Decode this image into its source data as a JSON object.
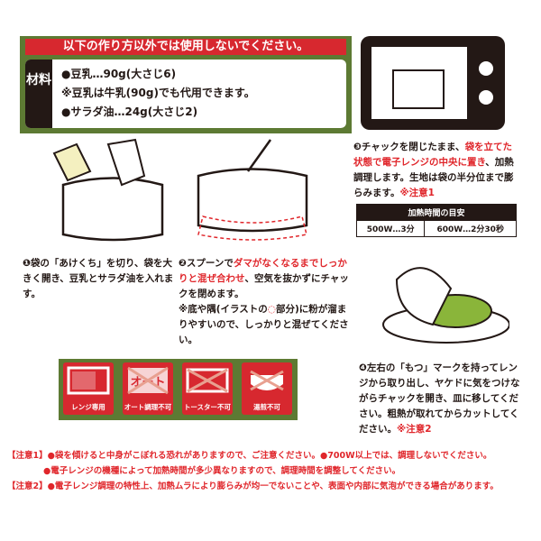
{
  "warning_banner": "以下の作り方以外では使用しないでください。",
  "ingredients": {
    "label": "材料",
    "lines": [
      "●豆乳…90g(大さじ6)",
      "※豆乳は牛乳(90g)でも代用できます。",
      "●サラダ油…24g(大さじ2)"
    ]
  },
  "steps": [
    {
      "parts": [
        {
          "t": "❶袋の「あけくち」を切り、袋を大きく開き、豆乳とサラダ油を入れます。",
          "red": false
        }
      ]
    },
    {
      "parts": [
        {
          "t": "❷スプーンで",
          "red": false
        },
        {
          "t": "ダマがなくなるまでしっかりと混ぜ合わせ",
          "red": true
        },
        {
          "t": "、空気を抜かずにチャックを閉めます。",
          "red": false
        },
        {
          "t": "※底や隅(イラストの",
          "red": false
        },
        {
          "t": "◌",
          "red": true
        },
        {
          "t": "部分)に粉が溜まりやすいので、しっかりと混ぜてください。",
          "red": false
        }
      ]
    },
    {
      "parts": [
        {
          "t": "❸チャックを閉じたまま、",
          "red": false
        },
        {
          "t": "袋を立てた状態で電子レンジの中央に置き",
          "red": true
        },
        {
          "t": "、加熱調理します。生地は袋の半分位まで膨らみます。",
          "red": false
        },
        {
          "t": "※注意1",
          "red": true
        }
      ]
    },
    {
      "parts": [
        {
          "t": "❹左右の「もつ」マークを持ってレンジから取り出し、ヤケドに気をつけながらチャックを開き、皿に移してください。粗熱が取れてからカットしてください。",
          "red": false
        },
        {
          "t": "※注意2",
          "red": true
        }
      ]
    }
  ],
  "heating_table": {
    "title": "加熱時間の目安",
    "cells": [
      "500W…3分",
      "600W…2分30秒"
    ]
  },
  "icons": [
    {
      "label": "レンジ専用",
      "icon": "microwave-icon"
    },
    {
      "label": "オート調理不可",
      "icon": "no-auto-icon",
      "text": "オート"
    },
    {
      "label": "トースター不可",
      "icon": "no-toaster-icon"
    },
    {
      "label": "湯煎不可",
      "icon": "no-boil-icon"
    }
  ],
  "notes": [
    {
      "tag": "【注意1】",
      "text": "●袋を傾けると中身がこぼれる恐れがありますので、ご注意ください。●700W以上では、調理しないでください。"
    },
    {
      "tag": "",
      "text": "●電子レンジの機種によって加熱時間が多少異なりますので、調理時間を調整してください。"
    },
    {
      "tag": "【注意2】",
      "text": "●電子レンジ調理の特性上、加熱ムラにより膨らみが均一でないことや、表面や内部に気泡ができる場合があります。"
    }
  ],
  "colors": {
    "red": "#d7282f",
    "green": "#5d7a33",
    "ink": "#231815"
  }
}
